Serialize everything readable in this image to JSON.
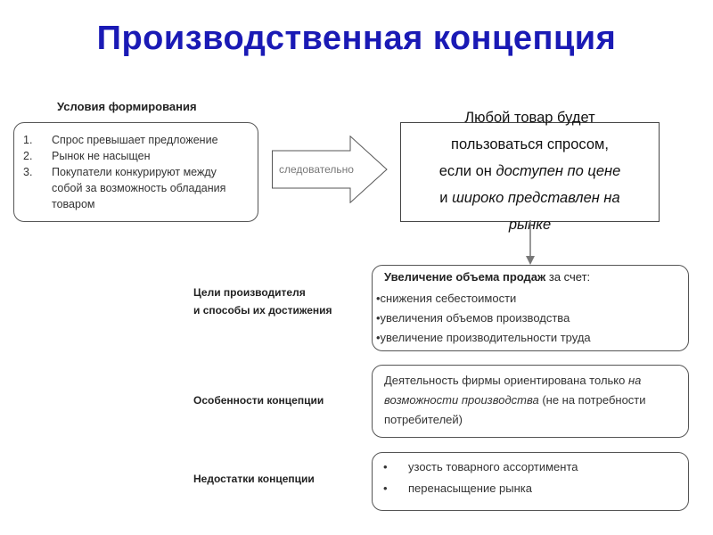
{
  "title": "Производственная концепция",
  "conditions": {
    "label": "Условия формирования",
    "items": [
      {
        "num": "1.",
        "text": "Спрос превышает предложение"
      },
      {
        "num": "2.",
        "text": "Рынок не насыщен"
      },
      {
        "num": "3.",
        "text": "Покупатели конкурируют между собой за возможность обладания товаром"
      }
    ]
  },
  "arrow_label": "следовательно",
  "main": {
    "line1": "Любой товар будет",
    "line2": "пользоваться спросом,",
    "line3_plain": "если он ",
    "line3_em": "доступен по цене",
    "line4_plain": "и ",
    "line4_em": "широко представлен на",
    "line5_em": "рынке"
  },
  "goals": {
    "label_line1": "Цели производителя",
    "label_line2": "и способы их достижения",
    "head_bold": "Увеличение объема продаж",
    "head_rest": " за счет:",
    "items": [
      "•снижения себестоимости",
      "•увеличения объемов производства",
      "•увеличение производительности труда"
    ]
  },
  "features": {
    "label": "Особенности концепции",
    "text_plain1": "Деятельность фирмы ориентирована только ",
    "text_em": "на возможности производства",
    "text_plain2": " (не на потребности потребителей)"
  },
  "cons": {
    "label": "Недостатки концепции",
    "bullet": "•",
    "items": [
      "узость товарного ассортимента",
      "перенасыщение рынка"
    ]
  },
  "colors": {
    "title": "#1a1ab5",
    "border": "#555555",
    "arrow_fill": "#ffffff",
    "connector": "#777777"
  }
}
